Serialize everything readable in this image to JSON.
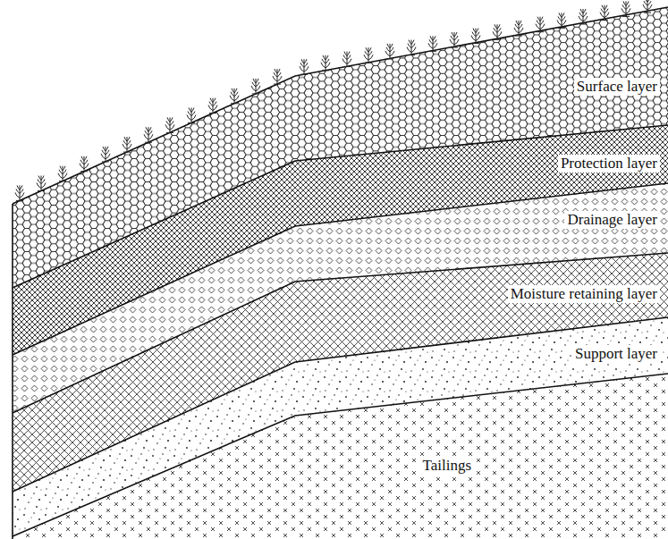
{
  "diagram": {
    "labels": [
      "Surface layer",
      "Protection layer",
      "Drainage layer",
      "Moisture retaining layer",
      "Support layer",
      "Tailings"
    ]
  }
}
